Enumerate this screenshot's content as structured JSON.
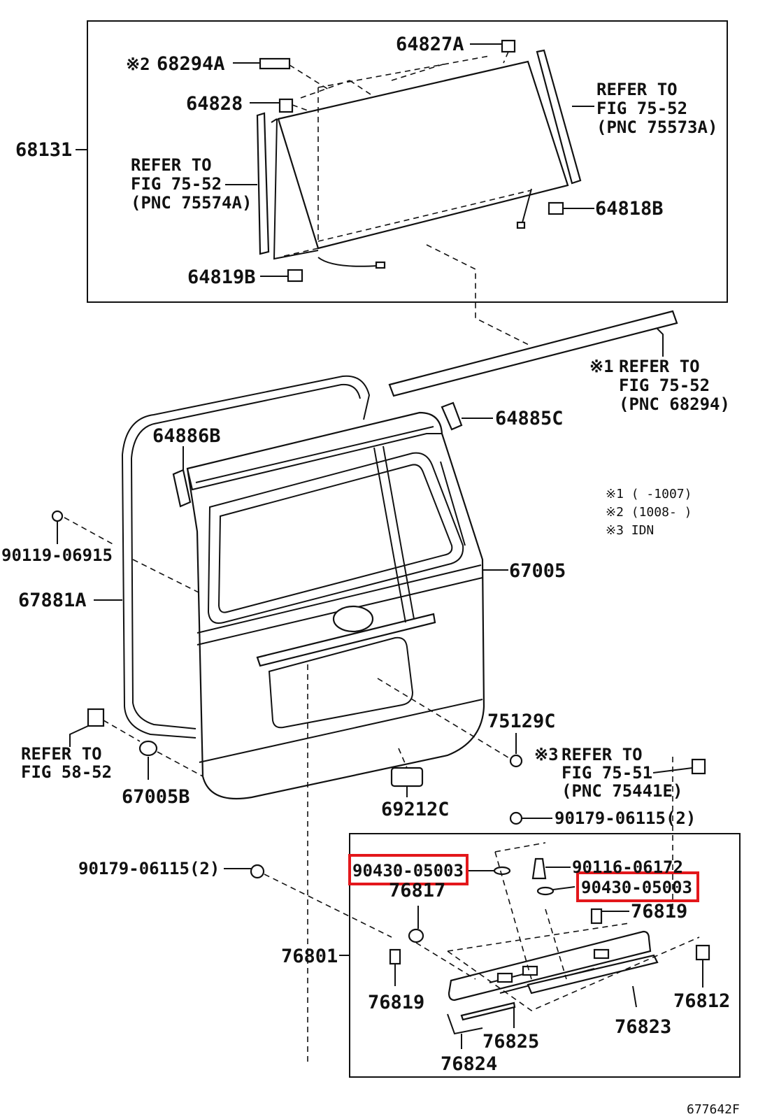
{
  "labels": {
    "p68131": "68131",
    "p68294A_mark": "※2",
    "p68294A": "68294A",
    "p64827A": "64827A",
    "p64828": "64828",
    "ref_75573A_1": "REFER TO",
    "ref_75573A_2": "FIG 75-52",
    "ref_75573A_3": "(PNC 75573A)",
    "ref_75574A_1": "REFER TO",
    "ref_75574A_2": "FIG 75-52",
    "ref_75574A_3": "(PNC 75574A)",
    "p64818B": "64818B",
    "p64819B": "64819B",
    "ref_68294_mark": "※1",
    "ref_68294_1": "REFER TO",
    "ref_68294_2": "FIG 75-52",
    "ref_68294_3": "(PNC 68294)",
    "p64885C": "64885C",
    "p64886B": "64886B",
    "note1": "※1 (      -1007)",
    "note2": "※2 (1008-       )",
    "note3": "※3 IDN",
    "p90119": "90119-06915",
    "p67005": "67005",
    "p67881A": "67881A",
    "p75129C": "75129C",
    "ref_58_1": "REFER TO",
    "ref_58_2": "FIG 58-52",
    "p67005B": "67005B",
    "ref_75441E_mark": "※3",
    "ref_75441E_1": "REFER TO",
    "ref_75441E_2": "FIG 75-51",
    "ref_75441E_3": "(PNC 75441E)",
    "p69212C": "69212C",
    "p90179_right": "90179-06115(2)",
    "p90179_left": "90179-06115(2)",
    "p90430_left": "90430-05003",
    "p90116": "90116-06172",
    "p90430_right": "90430-05003",
    "p76817": "76817",
    "p76819_right": "76819",
    "p76801": "76801",
    "p76819_left": "76819",
    "p76812": "76812",
    "p76823": "76823",
    "p76825": "76825",
    "p76824": "76824",
    "figure_id": "677642F"
  },
  "colors": {
    "highlight": "#e3171b",
    "ink": "#111111",
    "background": "#ffffff"
  }
}
